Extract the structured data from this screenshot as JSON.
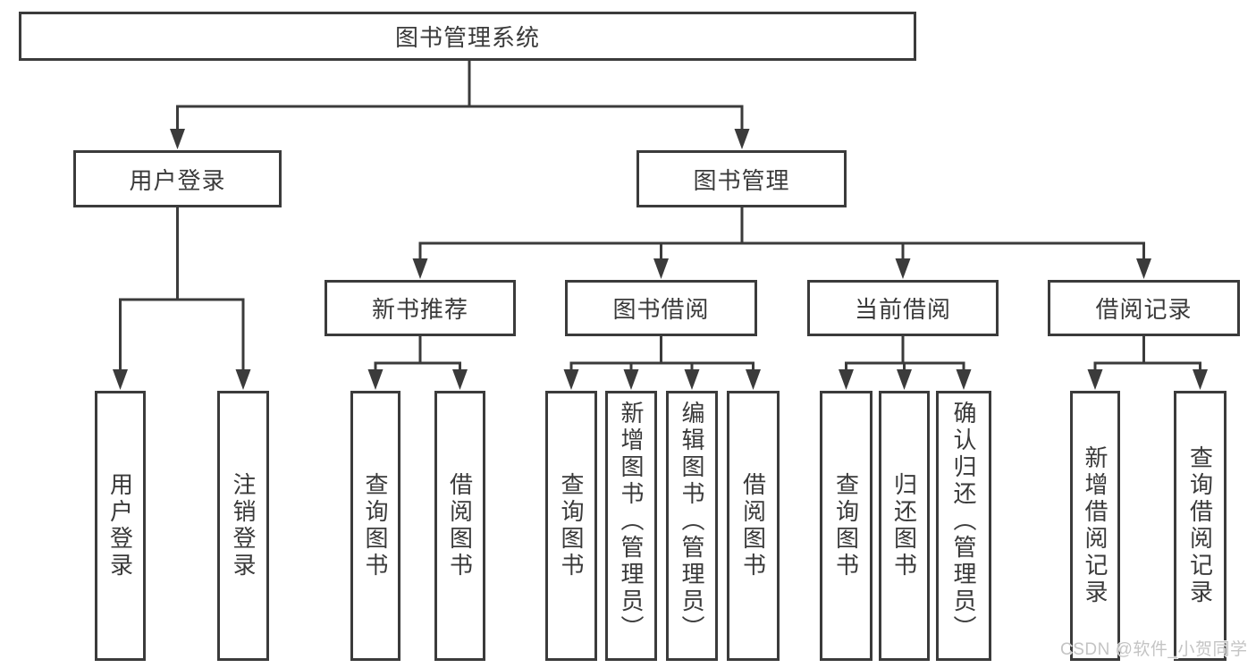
{
  "colors": {
    "line": "#3b3b3b",
    "text": "#3a3a3a",
    "background": "#ffffff",
    "watermark": "#c4c4c4"
  },
  "tree": {
    "root": {
      "label": "图书管理系统"
    },
    "branches": [
      {
        "label": "用户登录",
        "children": [
          {
            "label": "用户登录"
          },
          {
            "label": "注销登录"
          }
        ]
      },
      {
        "label": "图书管理",
        "children": [
          {
            "label": "新书推荐",
            "children": [
              {
                "label": "查询图书"
              },
              {
                "label": "借阅图书"
              }
            ]
          },
          {
            "label": "图书借阅",
            "children": [
              {
                "label": "查询图书"
              },
              {
                "label": "新增图书（管理员）"
              },
              {
                "label": "编辑图书（管理员）"
              },
              {
                "label": "借阅图书"
              }
            ]
          },
          {
            "label": "当前借阅",
            "children": [
              {
                "label": "查询图书"
              },
              {
                "label": "归还图书"
              },
              {
                "label": "确认归还（管理员）"
              }
            ]
          },
          {
            "label": "借阅记录",
            "children": [
              {
                "label": "新增借阅记录"
              },
              {
                "label": "查询借阅记录"
              }
            ]
          }
        ]
      }
    ]
  },
  "watermark": {
    "text": "CSDN @软件_小贺同学"
  }
}
